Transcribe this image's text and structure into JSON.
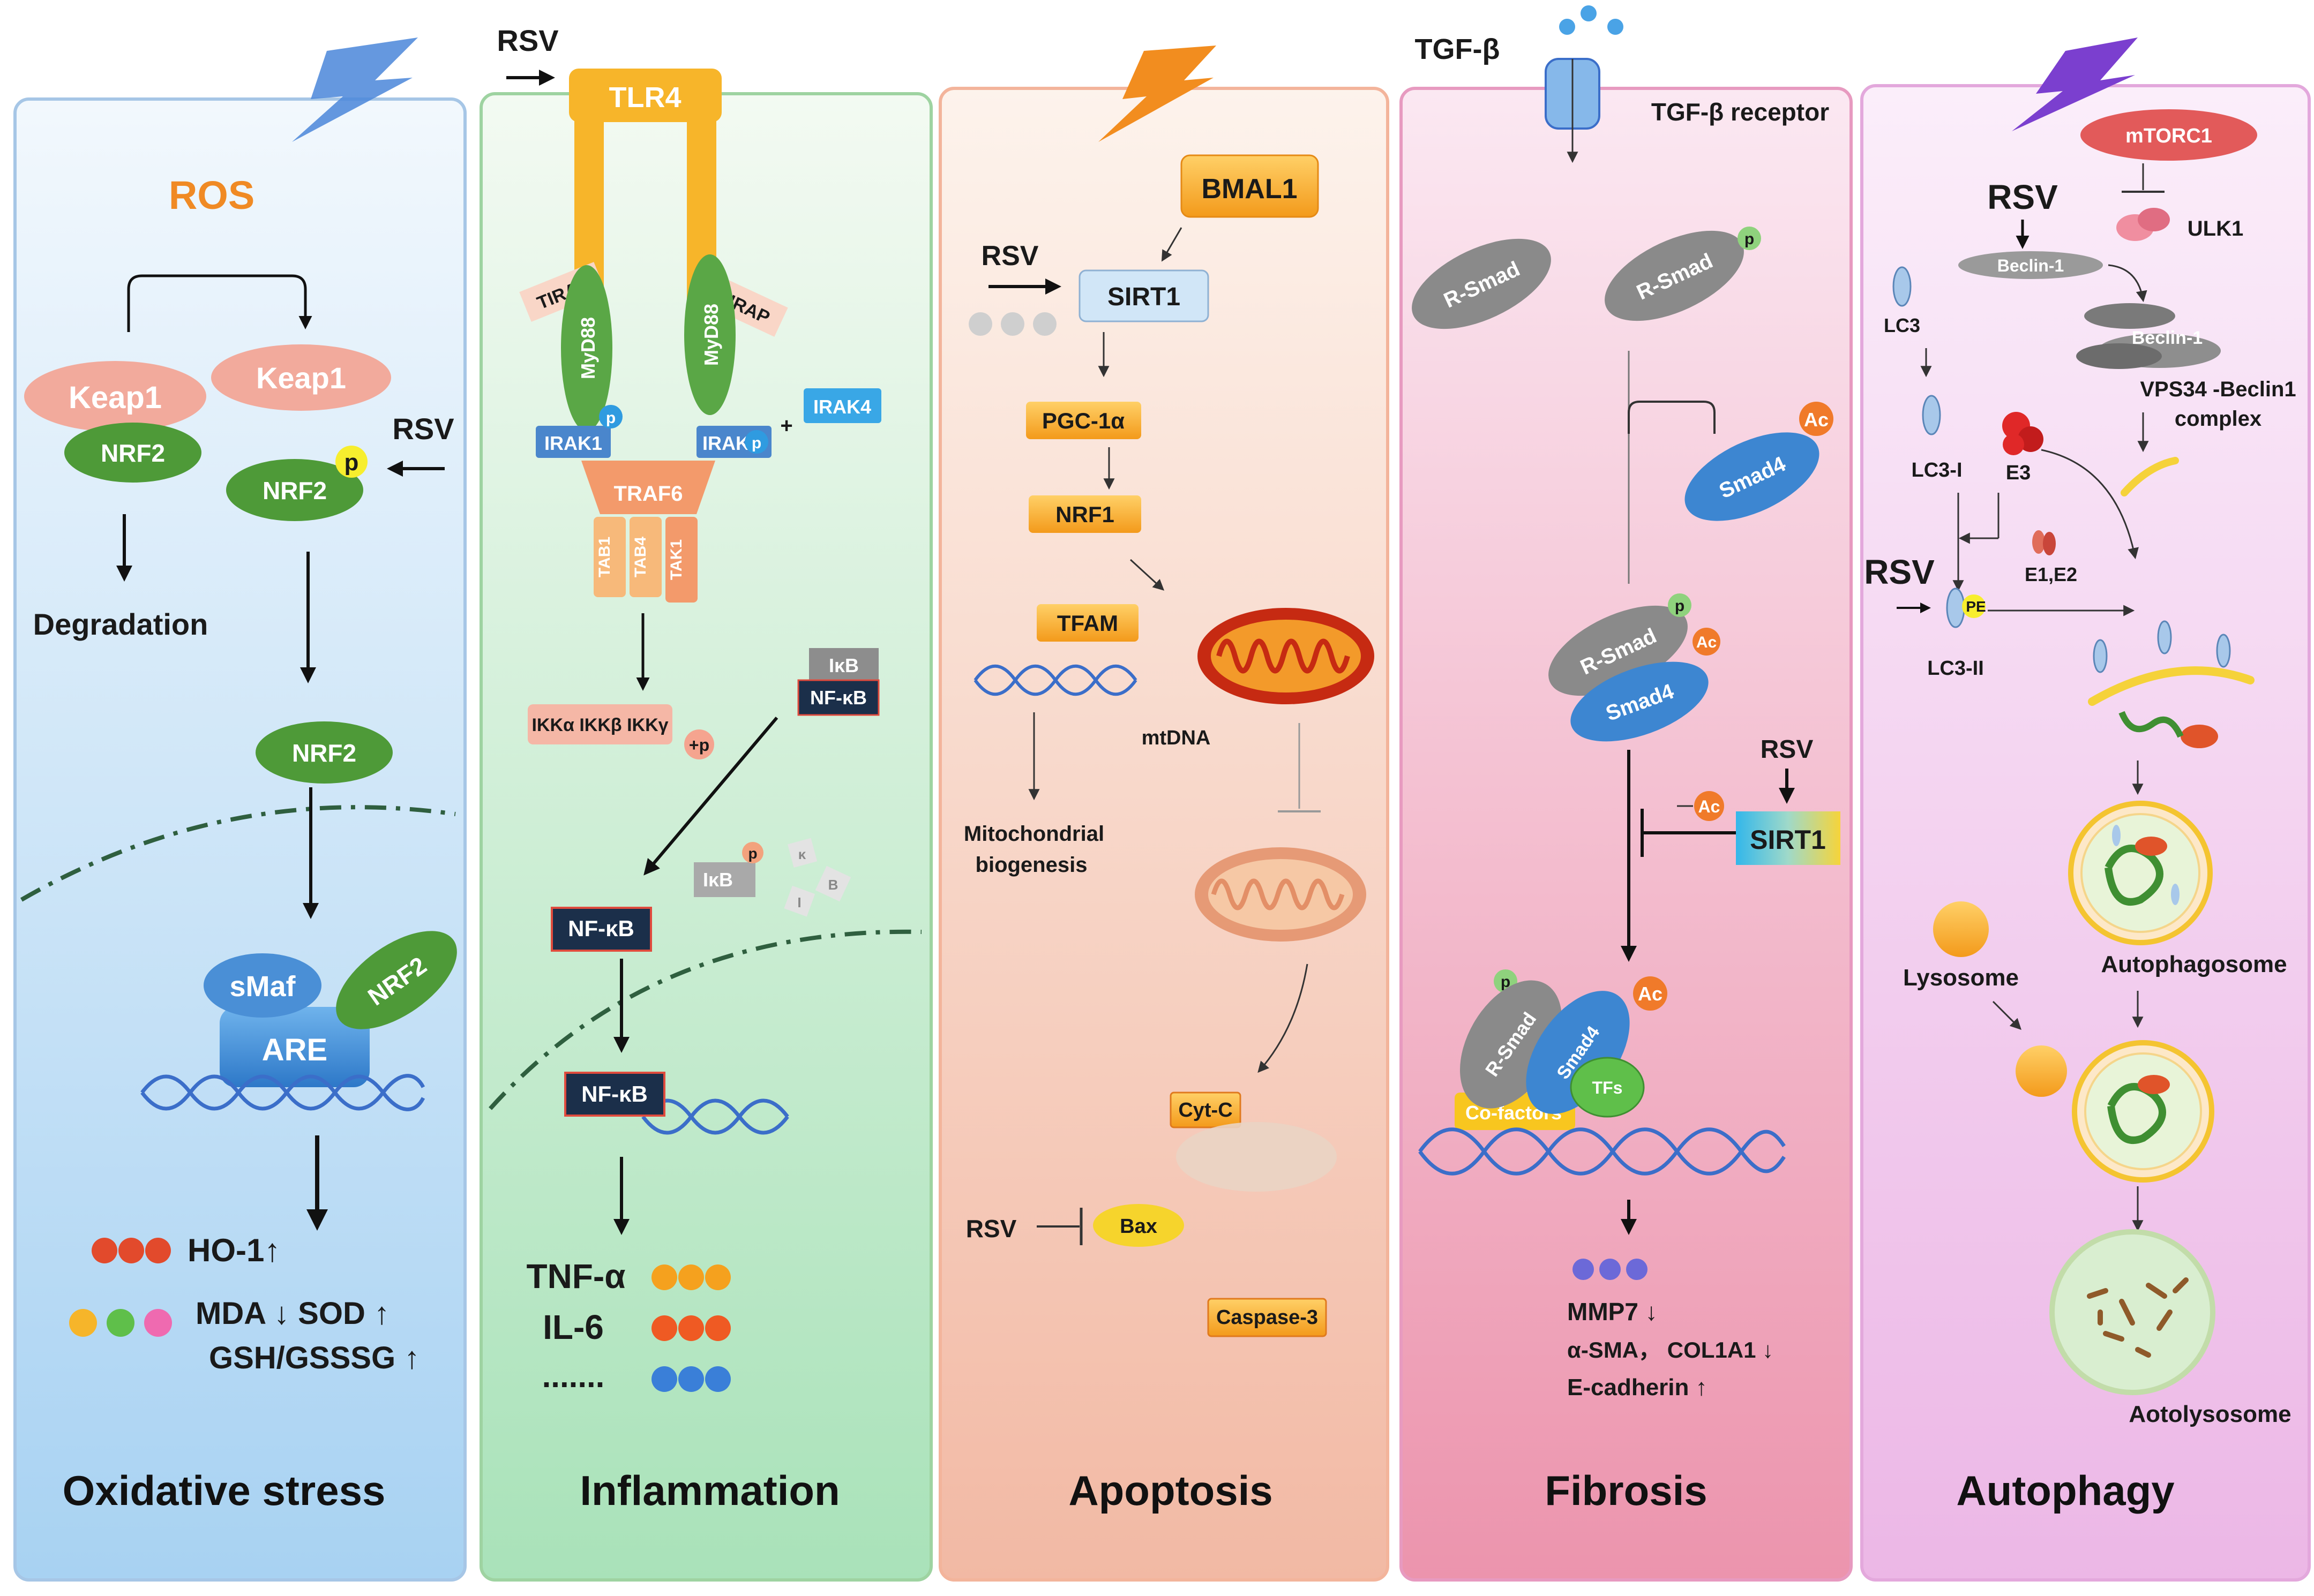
{
  "panels": {
    "oxidative": {
      "title": "Oxidative stress",
      "ros": "ROS",
      "keap1_bound": "Keap1",
      "nrf2_bound": "NRF2",
      "keap1_free": "Keap1",
      "nrf2_p": "NRF2",
      "p": "p",
      "rsv": "RSV",
      "degradation": "Degradation",
      "nrf2_cyto": "NRF2",
      "smaf": "sMaf",
      "nrf2_nuc": "NRF2",
      "are": "ARE",
      "ho1": "HO-1↑",
      "mda_sod": "MDA ↓ SOD ↑",
      "gsh": "GSH/GSSSG ↑"
    },
    "inflammation": {
      "title": "Inflammation",
      "rsv": "RSV",
      "tlr4": "TLR4",
      "tirap_left": "TIRAP",
      "tirap_right": "TIRAP",
      "myd88_left": "MyD88",
      "myd88_right": "MyD88",
      "irak1": "IRAK1",
      "irak": "IRAK",
      "p_left": "p",
      "p_right": "p",
      "plus": "+",
      "irak4": "IRAK4",
      "traf6": "TRAF6",
      "tab1": "TAB1",
      "tab4": "TAB4",
      "tak1": "TAK1",
      "ikk": "IKKα IKKβ IKKγ",
      "plus_p": "+p",
      "ikb_top": "IκB",
      "nfkb_top": "NF-κB",
      "ikb_p": "IκB",
      "p_ikb": "p",
      "frag_k": "κ",
      "frag_i": "I",
      "frag_b": "B",
      "nfkb_mid": "NF-κB",
      "nfkb_nuc": "NF-κB",
      "tnf": "TNF-α",
      "il6": "IL-6",
      "dots": "......."
    },
    "apoptosis": {
      "title": "Apoptosis",
      "bmal1": "BMAL1",
      "rsv_top": "RSV",
      "sirt1": "SIRT1",
      "pgc": "PGC-1α",
      "nrf1": "NRF1",
      "tfam": "TFAM",
      "mtdna": "mtDNA",
      "mito_bio_1": "Mitochondrial",
      "mito_bio_2": "biogenesis",
      "cytc": "Cyt-C",
      "rsv_bottom": "RSV",
      "bax": "Bax",
      "casp3": "Caspase-3"
    },
    "fibrosis": {
      "title": "Fibrosis",
      "tgfb": "TGF-β",
      "receptor": "TGF-β receptor",
      "rsmad_1": "R-Smad",
      "rsmad_2": "R-Smad",
      "p_1": "p",
      "smad4_1": "Smad4",
      "ac_1": "Ac",
      "rsmad_3": "R-Smad",
      "p_2": "p",
      "smad4_2": "Smad4",
      "ac_2": "Ac",
      "rsv": "RSV",
      "ac_3": "Ac",
      "sirt1": "SIRT1",
      "p_3": "p",
      "rsmad_4": "R-Smad",
      "smad4_3": "Smad4",
      "ac_4": "Ac",
      "tfs": "TFs",
      "cofactors": "Co-factors",
      "mmp7": "MMP7 ↓",
      "asma": "α-SMA， COL1A1 ↓",
      "ecad": "E-cadherin ↑"
    },
    "autophagy": {
      "title": "Autophagy",
      "mtorc1": "mTORC1",
      "rsv_top": "RSV",
      "ulk1": "ULK1",
      "beclin_a": "Beclin-1",
      "beclin_b": "Beclin-1",
      "lc3": "LC3",
      "vps34_1": "VPS34 -Beclin1",
      "vps34_2": "complex",
      "lc3_i": "LC3-I",
      "e3": "E3",
      "e1e2": "E1,E2",
      "rsv_mid": "RSV",
      "pe": "PE",
      "lc3_ii": "LC3-II",
      "lysosome": "Lysosome",
      "autophagosome": "Autophagosome",
      "autolysosome": "Aotolysosome"
    }
  },
  "colors": {
    "oxidative_bg": "#cfe6f7",
    "inflammation_bg": "#cdeccf",
    "apoptosis_bg": "#f8d7c6",
    "fibrosis_bg": "#f4c0d2",
    "autophagy_bg": "#f3d0ee",
    "keap1": "#f2a99b",
    "nrf2": "#4f9a3a",
    "tlr4": "#f7b52a",
    "myd88": "#5aa746",
    "irak": "#3f7fc4",
    "traf6": "#f39a6b",
    "nfkb": "#1b2f4a",
    "bmal1": "#f6a623",
    "sirt1": "#cfe3f5",
    "rsmad": "#8a8a8a",
    "smad4": "#3d86d1",
    "ac": "#f07a2a",
    "mtorc1": "#e25a5a",
    "dna": "#3b6ec9"
  }
}
